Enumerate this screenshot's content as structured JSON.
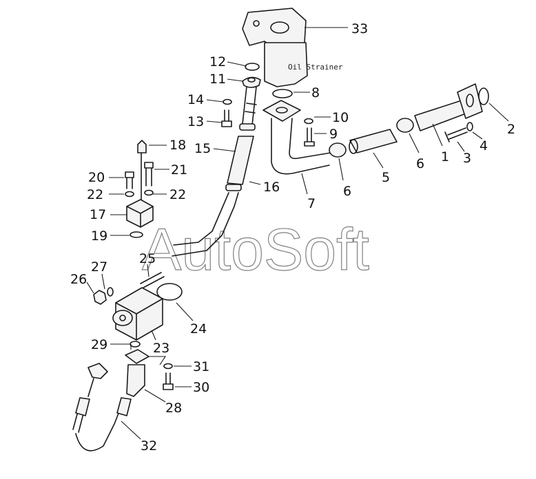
{
  "diagram": {
    "caption": "Oil Strainer",
    "watermark": "AutoSoft",
    "callouts": [
      "1",
      "2",
      "3",
      "4",
      "5",
      "6",
      "6",
      "7",
      "8",
      "9",
      "10",
      "11",
      "12",
      "13",
      "14",
      "15",
      "16",
      "17",
      "18",
      "19",
      "20",
      "21",
      "22",
      "22",
      "23",
      "24",
      "25",
      "26",
      "27",
      "28",
      "29",
      "30",
      "31",
      "32",
      "33"
    ]
  }
}
